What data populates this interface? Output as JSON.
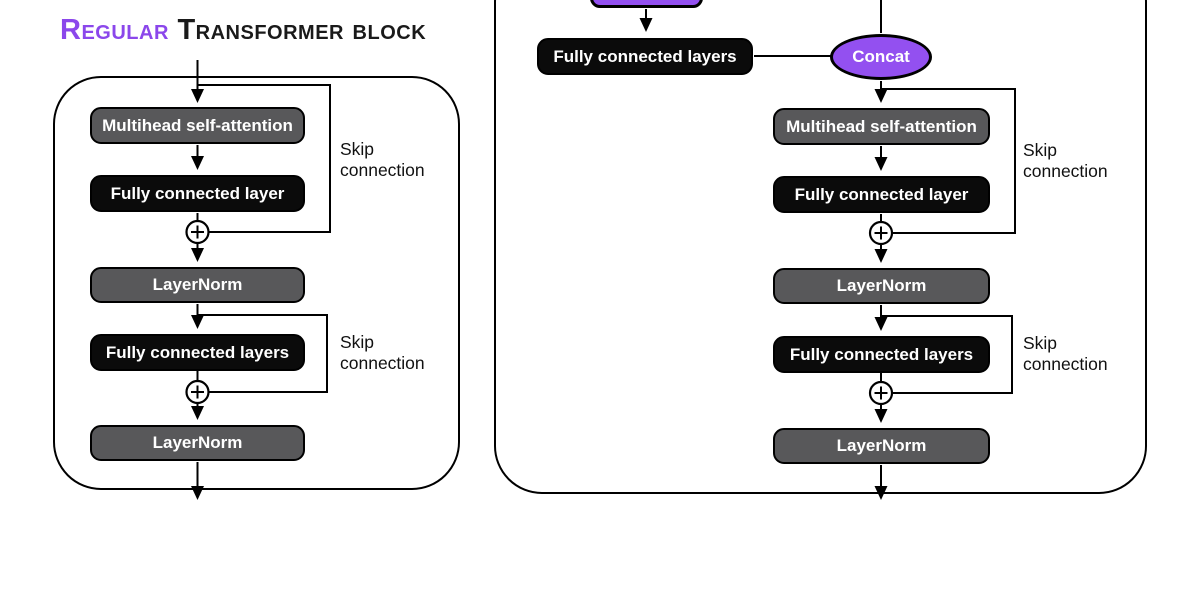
{
  "title": {
    "highlight": "Regular",
    "rest": " Transformer block"
  },
  "colors": {
    "purple": "#9350F0",
    "title_purple": "#8B47EB",
    "box_gray": "#58585A",
    "box_black": "#0B0B0B"
  },
  "left_panel": {
    "blocks": {
      "multihead": "Multihead self-attention",
      "fc_layer": "Fully connected layer",
      "layernorm1": "LayerNorm",
      "fc_layers": "Fully connected layers",
      "layernorm2": "LayerNorm"
    },
    "skip_label_1": {
      "line1": "Skip",
      "line2": "connection"
    },
    "skip_label_2": {
      "line1": "Skip",
      "line2": "connection"
    }
  },
  "right_panel": {
    "blocks": {
      "fc_layers_top": "Fully connected layers",
      "concat": "Concat",
      "multihead": "Multihead self-attention",
      "fc_layer": "Fully connected layer",
      "layernorm1": "LayerNorm",
      "fc_layers": "Fully connected layers",
      "layernorm2": "LayerNorm"
    },
    "skip_label_1": {
      "line1": "Skip",
      "line2": "connection"
    },
    "skip_label_2": {
      "line1": "Skip",
      "line2": "connection"
    }
  }
}
